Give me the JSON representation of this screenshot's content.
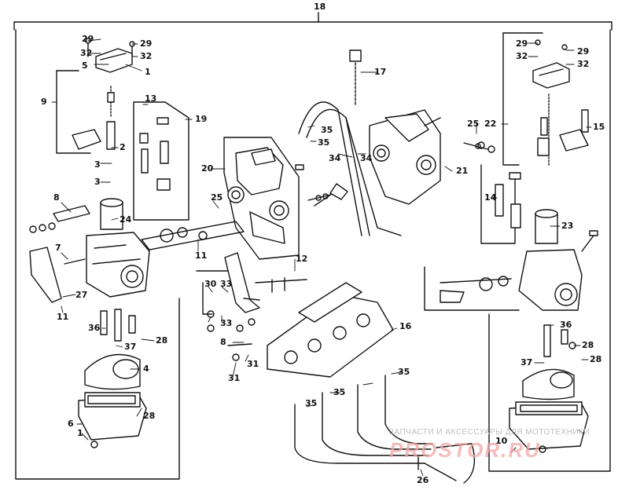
{
  "parts": {
    "p18": "18",
    "left": {
      "p29a": "29",
      "p29b": "29",
      "p32a": "32",
      "p32b": "32",
      "p5": "5",
      "p1a": "1",
      "p9": "9",
      "p13": "13",
      "p19": "19",
      "p3a": "3",
      "p3b": "3",
      "p2": "2",
      "p24": "24",
      "p8": "8",
      "p7": "7",
      "p27": "27",
      "p11a": "11",
      "p11b": "11",
      "p36": "36",
      "p37": "37",
      "p28a": "28",
      "p4": "4",
      "p28b": "28",
      "p6": "6",
      "p1b": "1"
    },
    "center": {
      "p20": "20",
      "p25": "25",
      "p12": "12",
      "p30": "30",
      "p33a": "33",
      "p33b": "33",
      "p8": "8",
      "p16": "16",
      "p31a": "31",
      "p31b": "31",
      "p17": "17",
      "p35a": "35",
      "p35b": "35",
      "p34a": "34",
      "p34b": "34",
      "p21": "21",
      "p35c": "35",
      "p35d": "35",
      "p35e": "35",
      "p26": "26"
    },
    "right": {
      "p29a": "29",
      "p29b": "29",
      "p32a": "32",
      "p32b": "32",
      "p22": "22",
      "p15": "15",
      "p25": "25",
      "p14": "14",
      "p23": "23",
      "p36": "36",
      "p28a": "28",
      "p37": "37",
      "p28b": "28",
      "p10": "10"
    }
  },
  "watermark": {
    "line1": "ЗАПЧАСТИ И АКСЕССУАРЫ ДЛЯ МОТОТЕХНИКИ",
    "line2": "PROSTOR.RU"
  }
}
